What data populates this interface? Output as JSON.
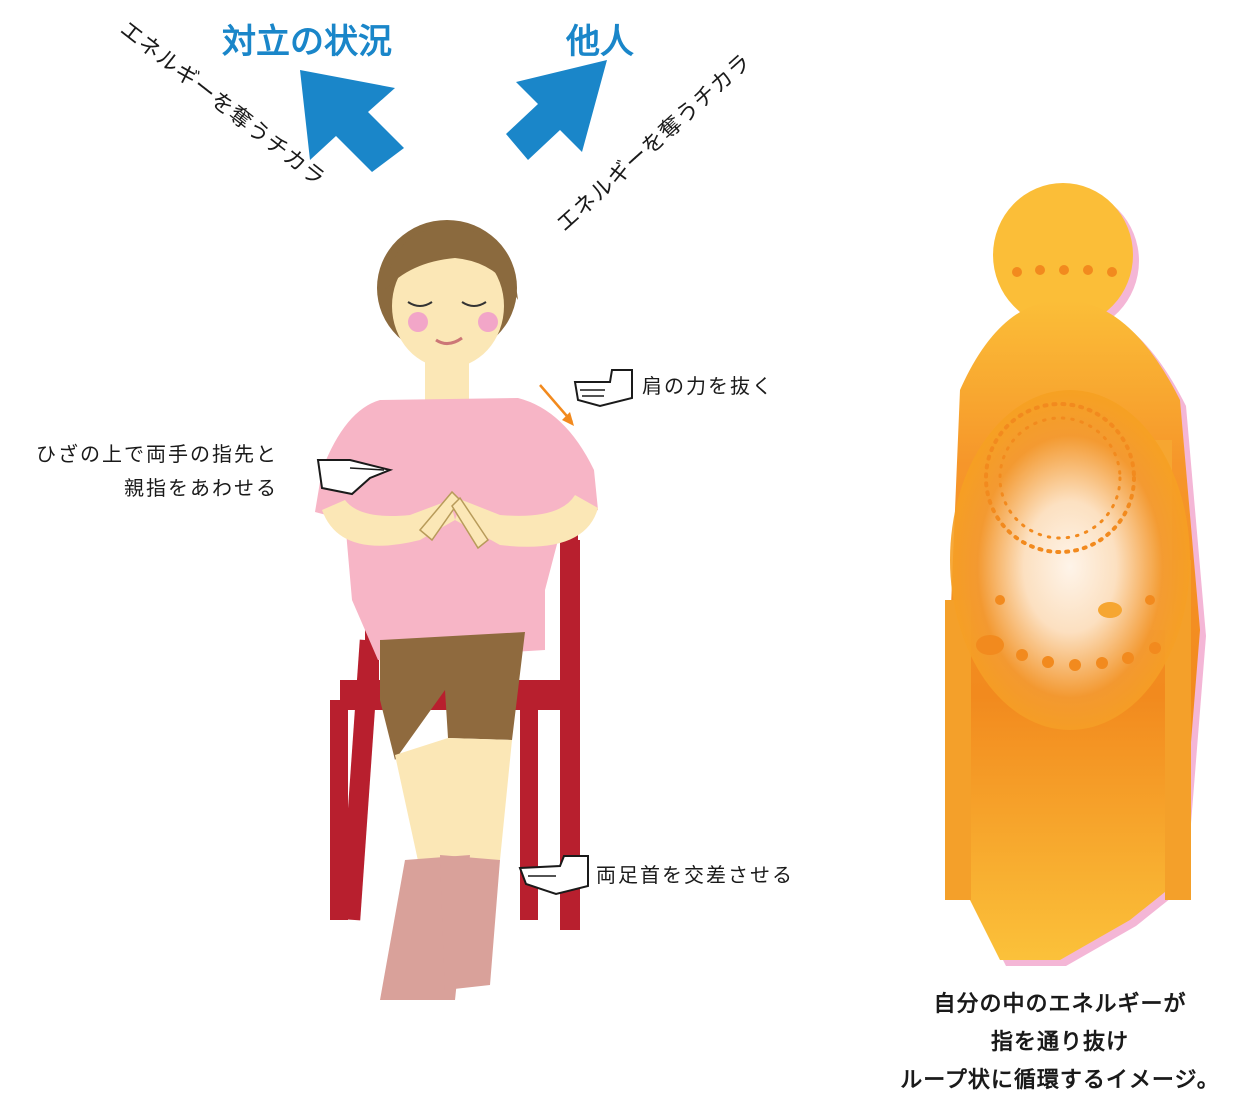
{
  "headings": {
    "left": "対立の状況",
    "right": "他人"
  },
  "arrow_labels": {
    "left": "エネルギーを奪うチカラ",
    "right": "エネルギーを奪うチカラ"
  },
  "annotations": {
    "shoulder": "肩の力を抜く",
    "hands_line1": "ひざの上で両手の指先と",
    "hands_line2": "親指をあわせる",
    "ankles": "両足首を交差させる"
  },
  "caption": {
    "line1": "自分の中のエネルギーが",
    "line2": "指を通り抜け",
    "line3": "ループ状に循環するイメージ。"
  },
  "colors": {
    "arrow_blue": "#1a86c9",
    "shirt_pink": "#f7b5c6",
    "hair_brown": "#8b6a3e",
    "shorts_brown": "#8f6a3e",
    "chair_red": "#b81f2e",
    "skin": "#fbe7b6",
    "socks": "#d9a19a",
    "energy_orange": "#f28a1e",
    "energy_yellow": "#fbc13a"
  }
}
